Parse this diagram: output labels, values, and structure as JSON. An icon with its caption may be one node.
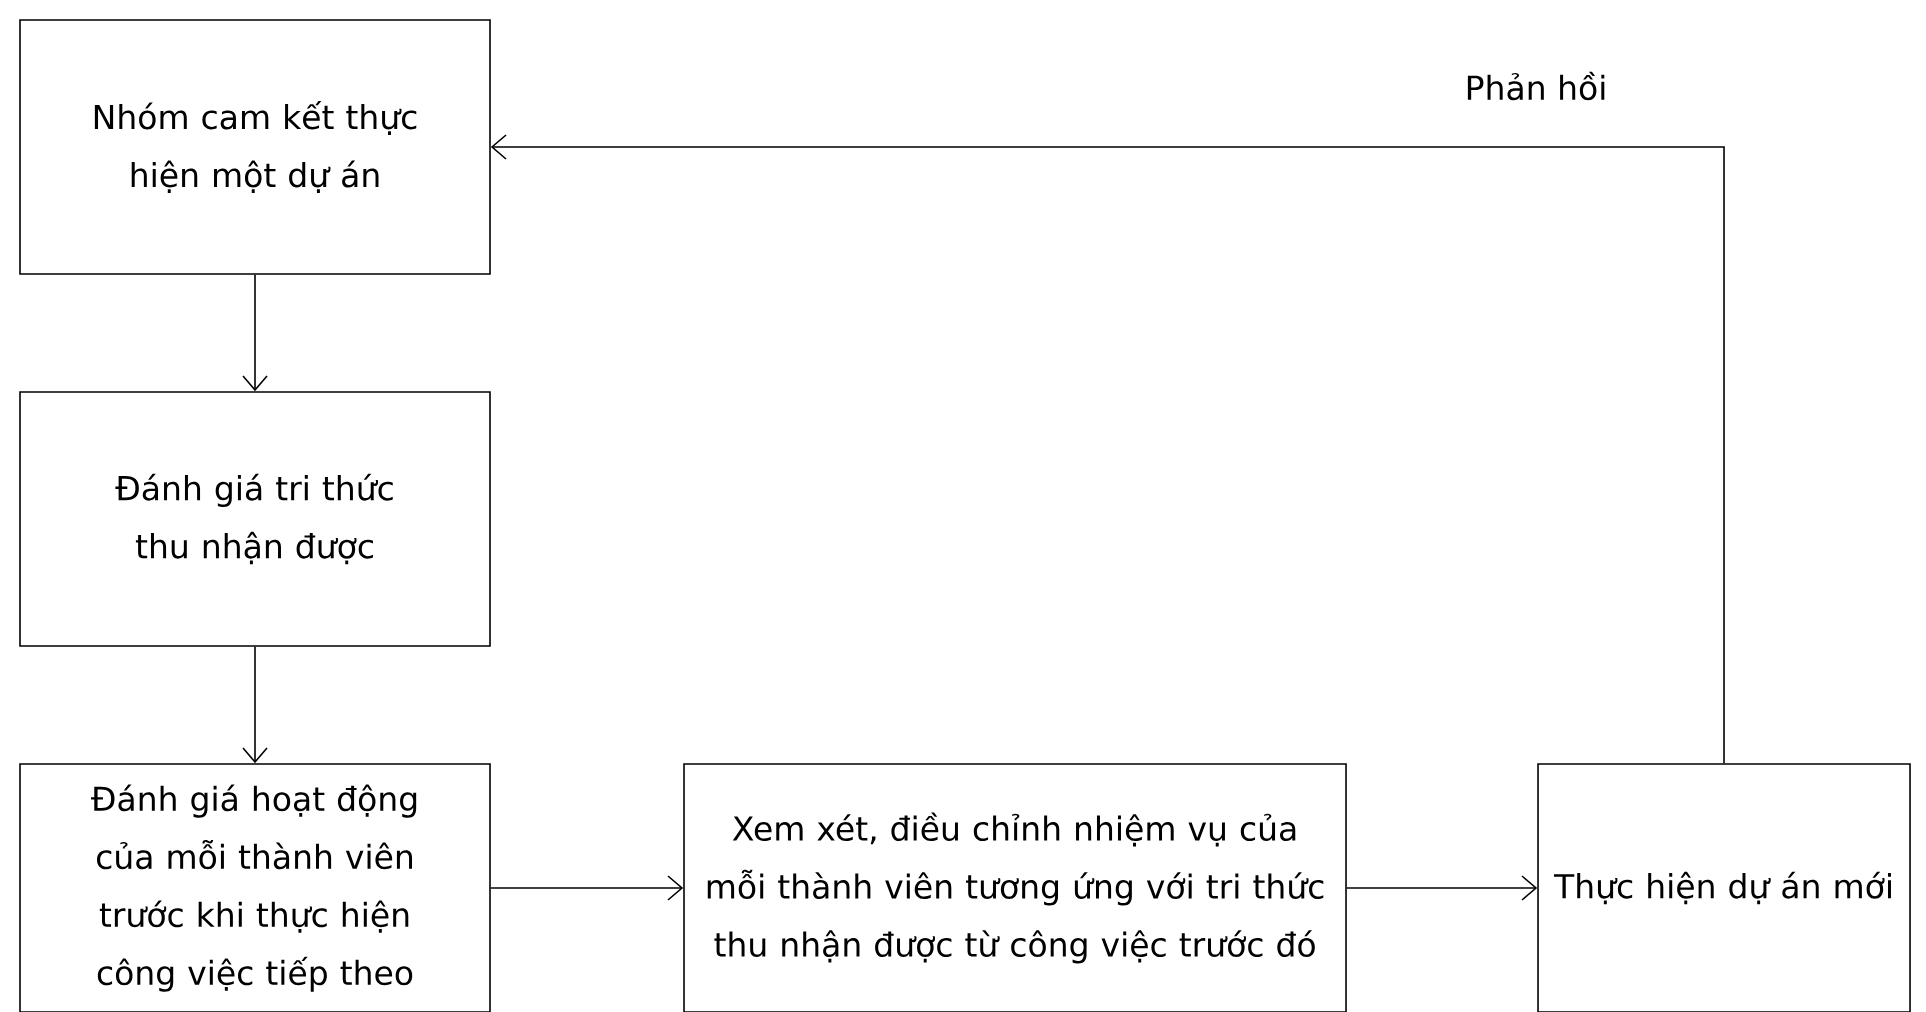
{
  "diagram": {
    "nodes": [
      {
        "text": [
          "Nhóm cam kết thực hiện một dự án"
        ]
      },
      {
        "text": [
          "Đánh giá tri thức thu nhận được"
        ]
      },
      {
        "text": [
          "Đánh giá hoạt động của mỗi thành viên trước khi thực hiện công việc tiếp theo"
        ]
      },
      {
        "text": [
          "Xem xét, điều chỉnh nhiệm vụ của mỗi thành viên tương ứng với tri thức thu nhận được từ công việc trước đó"
        ]
      },
      {
        "text": [
          "Thực hiện dự án mới"
        ]
      }
    ],
    "edges": [
      {
        "from": 0,
        "to": 1,
        "arrow": "to"
      },
      {
        "from": 1,
        "to": 2,
        "arrow": "to"
      },
      {
        "from": 2,
        "to": 3,
        "arrow": "to"
      },
      {
        "from": 3,
        "to": 4,
        "arrow": "to"
      },
      {
        "from": 4,
        "to": 0,
        "arrow": "to",
        "label": "Phản hồi"
      }
    ]
  }
}
